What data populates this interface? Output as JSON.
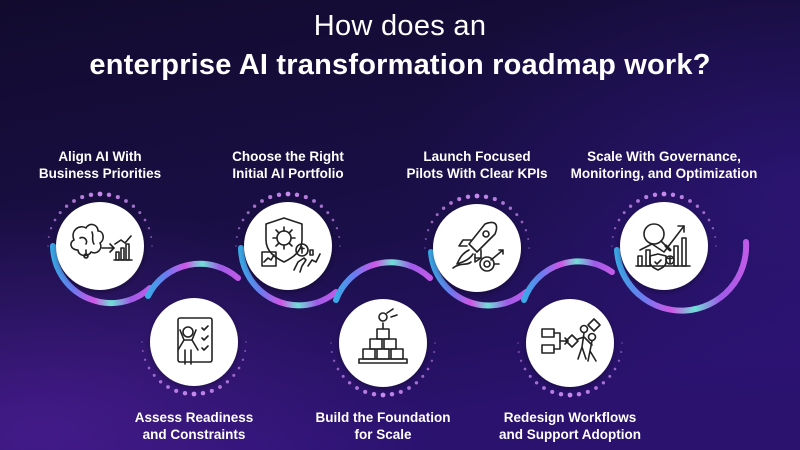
{
  "header": {
    "title_line1": "How does an",
    "title_line2": "enterprise AI transformation roadmap work?"
  },
  "colors": {
    "background_top": "#150d3a",
    "background_bottom": "#241066",
    "circle_fill": "#ffffff",
    "text": "#ffffff",
    "ring_blue": "#3aa9e8",
    "ring_purple": "#8a4ee8",
    "ring_magenta": "#d056e6",
    "ring_teal": "#6fe0d6",
    "ring_violet": "#a05be8",
    "icon_stroke": "#222222"
  },
  "steps": [
    {
      "id": "align",
      "position": "top",
      "line1": "Align AI With",
      "line2": "Business Priorities",
      "icon": "brain-arrow-chart-icon"
    },
    {
      "id": "assess",
      "position": "bottom",
      "line1": "Assess Readiness",
      "line2": "and Constraints",
      "icon": "person-checklist-icon"
    },
    {
      "id": "portfolio",
      "position": "top",
      "line1": "Choose the Right",
      "line2": "Initial AI Portfolio",
      "icon": "shield-portfolio-icon"
    },
    {
      "id": "foundation",
      "position": "bottom",
      "line1": "Build the Foundation",
      "line2": "for Scale",
      "icon": "foundation-blocks-icon"
    },
    {
      "id": "pilots",
      "position": "top",
      "line1": "Launch Focused",
      "line2": "Pilots With Clear KPIs",
      "icon": "rocket-target-icon"
    },
    {
      "id": "workflows",
      "position": "bottom",
      "line1": "Redesign Workflows",
      "line2": "and Support Adoption",
      "icon": "workflow-team-icon"
    },
    {
      "id": "scale",
      "position": "top",
      "line1": "Scale With Governance,",
      "line2": "Monitoring, and Optimization",
      "icon": "magnifier-growth-icon"
    }
  ]
}
